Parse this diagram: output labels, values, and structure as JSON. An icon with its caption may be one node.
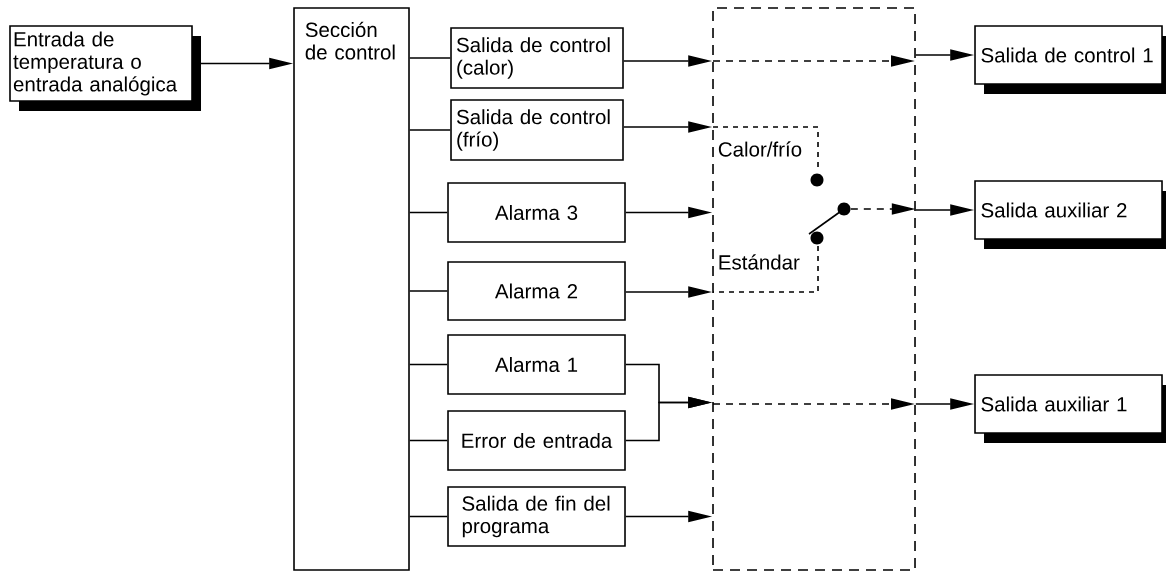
{
  "diagram": {
    "nodes": [
      {
        "text": [
          "Entrada de temperatura o entrada analógica"
        ]
      },
      {
        "text": [
          "Sección de control"
        ]
      },
      {
        "text": [
          "Salida de control (calor)"
        ]
      },
      {
        "text": [
          "Salida de control (frío)"
        ]
      },
      {
        "text": [
          "Alarma 3"
        ]
      },
      {
        "text": [
          "Alarma 2"
        ]
      },
      {
        "text": [
          "Alarma 1"
        ]
      },
      {
        "text": [
          "Error de entrada"
        ]
      },
      {
        "text": [
          "Salida de fin del programa"
        ]
      },
      {
        "text": [],
        "shape": "box"
      },
      {
        "text": [
          "Calor/frío",
          "Estándar"
        ],
        "in": 9
      },
      {
        "text": [
          "Salida de control 1"
        ]
      },
      {
        "text": [
          "Salida auxiliar 2"
        ]
      },
      {
        "text": [
          "Salida auxiliar 1"
        ]
      }
    ],
    "edges": [
      {
        "from": 0,
        "to": 1,
        "arrow": "to"
      },
      {
        "from": 1,
        "to": 2,
        "arrow": "none"
      },
      {
        "from": 1,
        "to": 3,
        "arrow": "none"
      },
      {
        "from": 1,
        "to": 4,
        "arrow": "none"
      },
      {
        "from": 1,
        "to": 5,
        "arrow": "none"
      },
      {
        "from": 1,
        "to": 6,
        "arrow": "none"
      },
      {
        "from": 1,
        "to": 7,
        "arrow": "none"
      },
      {
        "from": 1,
        "to": 8,
        "arrow": "none"
      },
      {
        "from": 2,
        "to": 9,
        "arrow": "to"
      },
      {
        "from": 3,
        "to": 10,
        "arrow": "to"
      },
      {
        "from": 4,
        "to": 10,
        "arrow": "to"
      },
      {
        "from": 5,
        "to": 10,
        "arrow": "to"
      },
      {
        "from": 6,
        "to": 9,
        "arrow": "to"
      },
      {
        "from": 7,
        "to": 9,
        "arrow": "to"
      },
      {
        "from": 8,
        "to": 9,
        "arrow": "to"
      },
      {
        "from": 9,
        "to": 11,
        "arrow": "to"
      },
      {
        "from": 9,
        "to": 12,
        "arrow": "to"
      },
      {
        "from": 9,
        "to": 13,
        "arrow": "to"
      },
      {
        "from": 10,
        "to": 9,
        "arrow": "to",
        "style": "dashed"
      }
    ]
  }
}
